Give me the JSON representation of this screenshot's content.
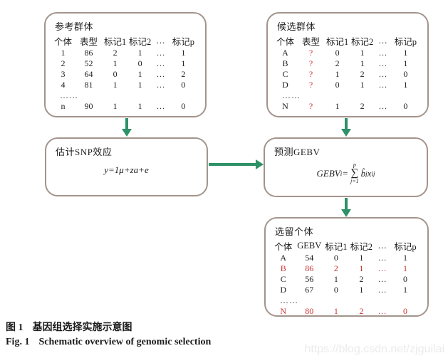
{
  "colors": {
    "border": "#a3948c",
    "arrow": "#2f9168",
    "red": "#cc3333",
    "watermark": "#ebebeb"
  },
  "boxes": {
    "reference": {
      "title": "参考群体",
      "table": {
        "headers": [
          "个体",
          "表型",
          "标记1",
          "标记2",
          "…",
          "标记p"
        ],
        "rows": [
          {
            "cells": [
              "1",
              "86",
              "2",
              "1",
              "…",
              "1"
            ]
          },
          {
            "cells": [
              "2",
              "52",
              "1",
              "0",
              "…",
              "1"
            ]
          },
          {
            "cells": [
              "3",
              "64",
              "0",
              "1",
              "…",
              "2"
            ]
          },
          {
            "cells": [
              "4",
              "81",
              "1",
              "1",
              "…",
              "0"
            ]
          },
          {
            "ellipsis": "……"
          },
          {
            "cells": [
              "n",
              "90",
              "1",
              "1",
              "…",
              "0"
            ]
          }
        ]
      }
    },
    "candidate": {
      "title": "候选群体",
      "table": {
        "headers": [
          "个体",
          "表型",
          "标记1",
          "标记2",
          "…",
          "标记p"
        ],
        "rows": [
          {
            "cells": [
              "A",
              "?",
              "0",
              "1",
              "…",
              "1"
            ],
            "red_cols": [
              1
            ]
          },
          {
            "cells": [
              "B",
              "?",
              "2",
              "1",
              "…",
              "1"
            ],
            "red_cols": [
              1
            ]
          },
          {
            "cells": [
              "C",
              "?",
              "1",
              "2",
              "…",
              "0"
            ],
            "red_cols": [
              1
            ]
          },
          {
            "cells": [
              "D",
              "?",
              "0",
              "1",
              "…",
              "1"
            ],
            "red_cols": [
              1
            ]
          },
          {
            "ellipsis": "……"
          },
          {
            "cells": [
              "N",
              "?",
              "1",
              "2",
              "…",
              "0"
            ],
            "red_cols": [
              1
            ]
          }
        ]
      }
    },
    "estimate": {
      "title": "估计SNP效应",
      "formula": "y=1μ+za+e"
    },
    "predict": {
      "title": "预测GEBV",
      "formula": {
        "lhs_name": "GEBV",
        "lhs_sub": "i",
        "equals": "=",
        "sum_upper": "p",
        "sum_sigma": "∑",
        "sum_lower": "j=1",
        "b": "b̂",
        "b_sub": "j",
        "x": "x",
        "x_sub": "ij"
      }
    },
    "selected": {
      "title": "选留个体",
      "table": {
        "headers": [
          "个体",
          "GEBV",
          "标记1",
          "标记2",
          "…",
          "标记p"
        ],
        "rows": [
          {
            "cells": [
              "A",
              "54",
              "0",
              "1",
              "…",
              "1"
            ]
          },
          {
            "cells": [
              "B",
              "86",
              "2",
              "1",
              "…",
              "1"
            ],
            "red_row": true
          },
          {
            "cells": [
              "C",
              "56",
              "1",
              "2",
              "…",
              "0"
            ]
          },
          {
            "cells": [
              "D",
              "67",
              "0",
              "1",
              "…",
              "1"
            ]
          },
          {
            "ellipsis": "……"
          },
          {
            "cells": [
              "N",
              "80",
              "1",
              "2",
              "…",
              "0"
            ],
            "red_row": true
          }
        ]
      }
    }
  },
  "caption": {
    "zh_label": "图 1",
    "zh_text": "基因组选择实施示意图",
    "en_label": "Fig. 1",
    "en_text": "Schematic overview of genomic selection"
  },
  "watermark": "https://blog.csdn.net/zjguilai"
}
